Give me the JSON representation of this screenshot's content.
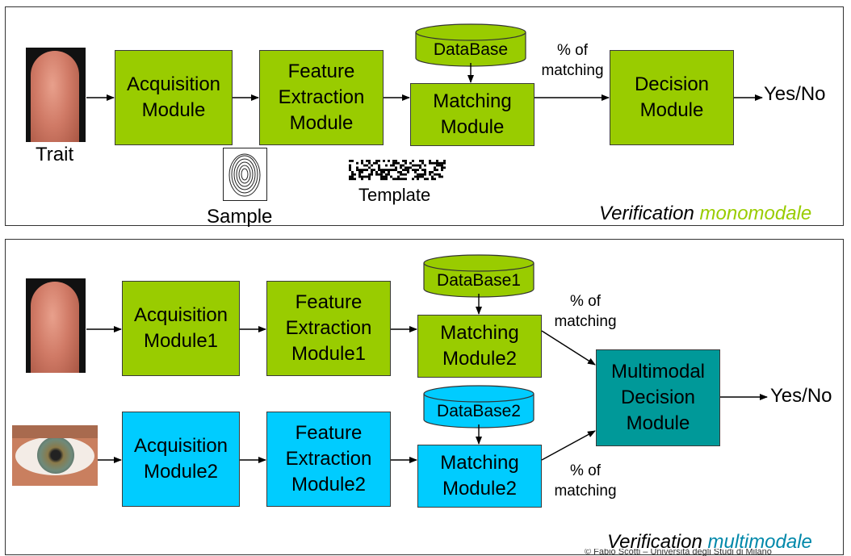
{
  "top": {
    "trait_label": "Trait",
    "sample_label": "Sample",
    "template_label": "Template",
    "acquisition": "Acquisition Module",
    "feature": "Feature Extraction Module",
    "matching": "Matching Module",
    "database": "DataBase",
    "decision": "Decision Module",
    "pct_line1": "% of",
    "pct_line2": "matching",
    "output": "Yes/No",
    "caption_a": "Verification",
    "caption_b": "monomodale"
  },
  "bottom": {
    "acquisition1": "Acquisition Module1",
    "feature1": "Feature Extraction Module1",
    "matching1": "Matching Module2",
    "database1": "DataBase1",
    "acquisition2": "Acquisition Module2",
    "feature2": "Feature Extraction Module2",
    "matching2": "Matching Module2",
    "database2": "DataBase2",
    "decision": "Multimodal Decision Module",
    "pct1_line1": "% of",
    "pct1_line2": "matching",
    "pct2_line1": "% of",
    "pct2_line2": "matching",
    "output": "Yes/No",
    "caption_a": "Verification",
    "caption_b": "multimodale",
    "footer": "© Fabio Scotti – Università degli Studi di Milano"
  },
  "colors": {
    "green": "#99cc00",
    "cyan": "#00ccff",
    "teal": "#009999",
    "mono_accent": "#99cc00",
    "multi_accent": "#0088aa"
  },
  "icons": [
    "finger-image",
    "fingerprint-image",
    "template-barcode",
    "eye-image",
    "database-cylinder"
  ]
}
